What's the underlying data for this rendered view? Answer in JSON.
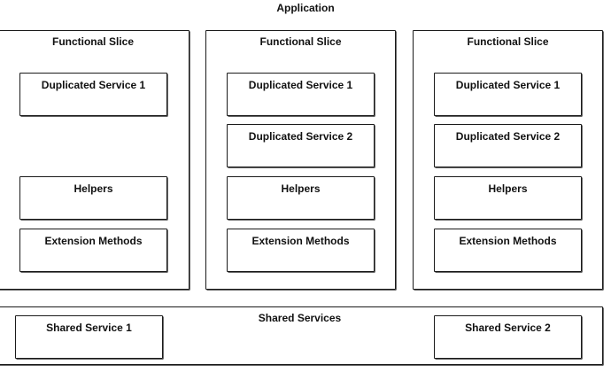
{
  "application": {
    "title": "Application"
  },
  "slices": [
    {
      "title": "Functional Slice",
      "service_1": "Duplicated Service 1",
      "helpers": "Helpers",
      "extension_methods": "Extension Methods"
    },
    {
      "title": "Functional Slice",
      "service_1": "Duplicated Service 1",
      "service_2": "Duplicated Service 2",
      "helpers": "Helpers",
      "extension_methods": "Extension Methods"
    },
    {
      "title": "Functional Slice",
      "service_1": "Duplicated Service 1",
      "service_2": "Duplicated Service 2",
      "helpers": "Helpers",
      "extension_methods": "Extension Methods"
    }
  ],
  "shared": {
    "title": "Shared Services",
    "service_1": "Shared Service 1",
    "service_2": "Shared Service 2"
  }
}
